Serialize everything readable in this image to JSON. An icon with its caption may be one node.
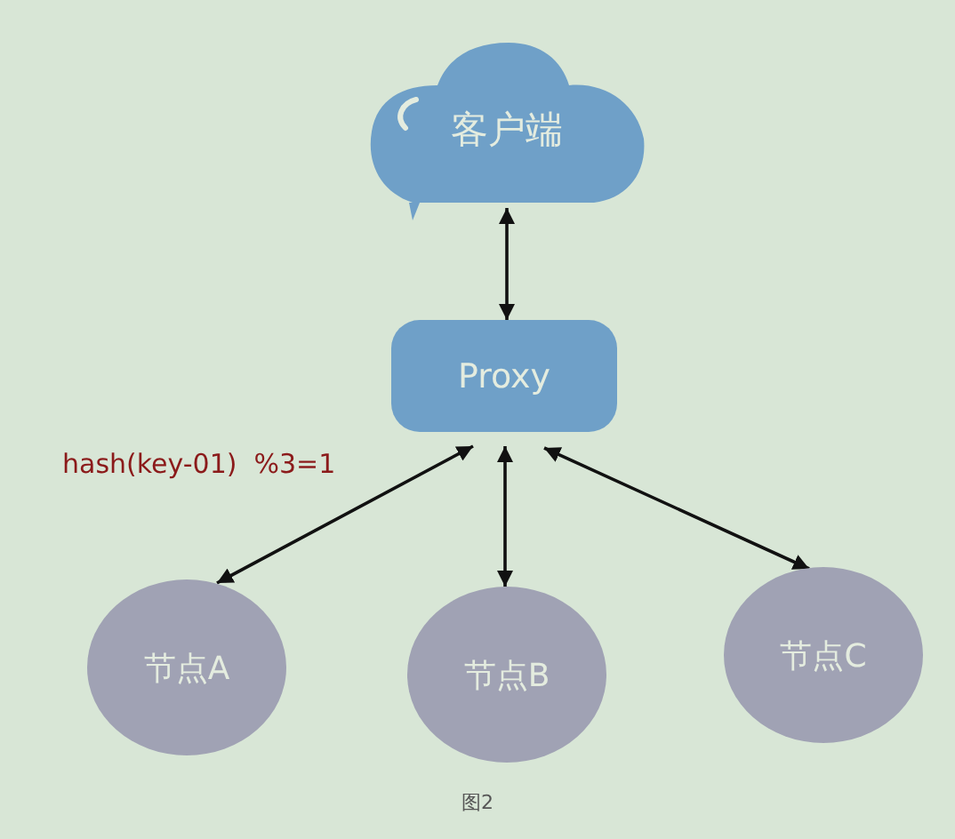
{
  "diagram": {
    "caption": "图2",
    "nodes": [
      {
        "text": [
          "客户端"
        ]
      },
      {
        "text": [
          "Proxy"
        ]
      },
      {
        "text": [
          "节点A"
        ]
      },
      {
        "text": [
          "节点B"
        ]
      },
      {
        "text": [
          "节点C"
        ]
      }
    ],
    "edges": [
      {
        "from": 0,
        "to": 1,
        "arrow": "both"
      },
      {
        "from": 1,
        "to": 2,
        "arrow": "both",
        "label": "hash(key-01)  %3=1"
      },
      {
        "from": 1,
        "to": 3,
        "arrow": "both"
      },
      {
        "from": 1,
        "to": 4,
        "arrow": "both"
      }
    ]
  }
}
